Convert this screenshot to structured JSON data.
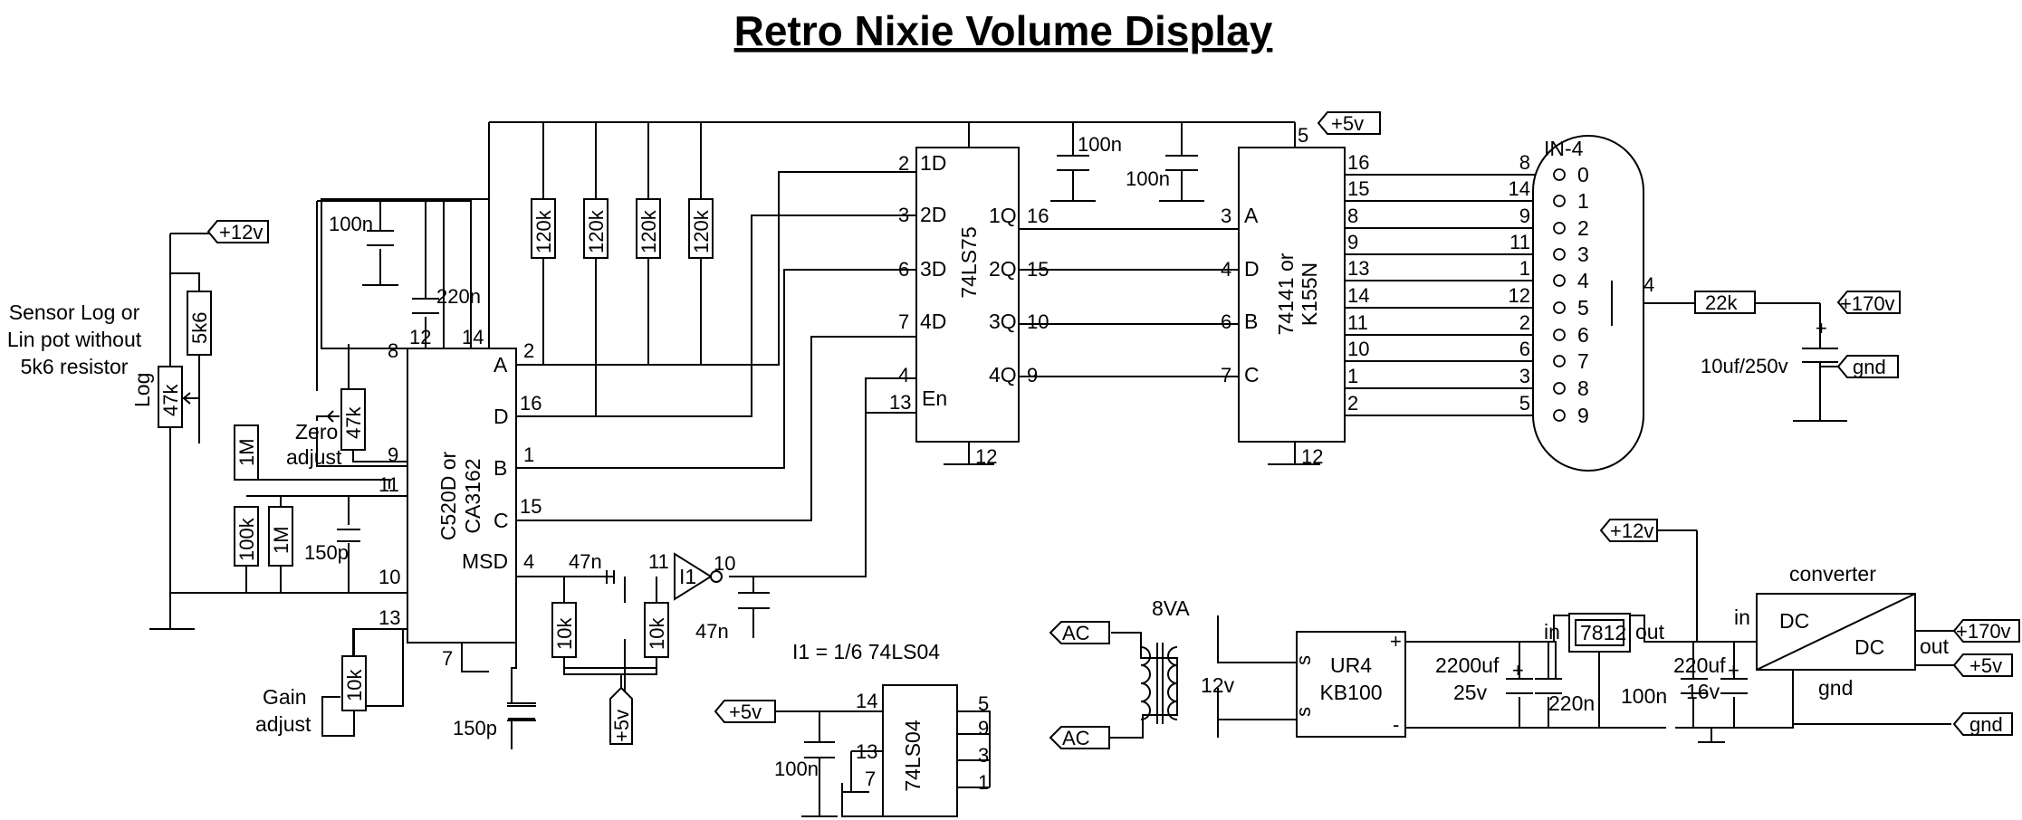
{
  "title": "Retro Nixie Volume Display",
  "labels": {
    "sensor": [
      "Sensor Log or",
      "Lin pot without",
      "5k6 resistor"
    ],
    "log": "Log",
    "zero_adjust": [
      "Zero",
      "adjust"
    ],
    "gain_adjust": [
      "Gain",
      "adjust"
    ],
    "inverter_note": "I1 = 1/6 74LS04",
    "transformer_power": "8VA",
    "transformer_secondary": "12v",
    "converter": "converter",
    "nixie": "IN-4"
  },
  "supplies": {
    "plus12": "+12v",
    "plus5": "+5v",
    "plus170": "+170v",
    "gnd": "gnd",
    "ac": "AC"
  },
  "components": {
    "u1": [
      "C520D or",
      "CA3162"
    ],
    "u2": "74LS75",
    "u3": [
      "74141 or",
      "K155N"
    ],
    "u4": "74LS04",
    "inverter": "I1",
    "regulator": "7812",
    "bridge": [
      "UR4",
      "KB100"
    ],
    "dcdc_left": "DC",
    "dcdc_right": "DC",
    "r_5k6": "5k6",
    "r_47k_log": "47k",
    "r_47k_zero": "47k",
    "r_1M_a": "1M",
    "r_100k": "100k",
    "r_1M_b": "1M",
    "r_10k_gain": "10k",
    "r_120k": "120k",
    "r_10k_a": "10k",
    "r_10k_b": "10k",
    "r_22k": "22k",
    "c_100n_u1": "100n",
    "c_220n_u1": "220n",
    "c_150p_a": "150p",
    "c_47n_a": "47n",
    "c_47n_b": "47n",
    "c_150p_b": "150p",
    "c_100n_a": "100n",
    "c_100n_b": "100n",
    "c_100n_u4": "100n",
    "c_10uf": "10uf/250v",
    "c_2200": [
      "2200uf",
      "25v"
    ],
    "c_220n_reg": "220n",
    "c_100n_reg": "100n",
    "c_220uf": [
      "220uf",
      "16v"
    ]
  },
  "u1_pins": {
    "left": [
      "12",
      "14",
      "8",
      "9",
      "11",
      "10",
      "13",
      "7"
    ],
    "right": [
      "2",
      "16",
      "1",
      "15",
      "4"
    ],
    "names": [
      "A",
      "D",
      "B",
      "C",
      "MSD"
    ]
  },
  "u2_pins": {
    "inputs": [
      {
        "num": "2",
        "name": "1D"
      },
      {
        "num": "3",
        "name": "2D"
      },
      {
        "num": "6",
        "name": "3D"
      },
      {
        "num": "7",
        "name": "4D"
      },
      {
        "num": "4",
        "name": ""
      },
      {
        "num": "13",
        "name": "En"
      }
    ],
    "outputs": [
      {
        "name": "1Q",
        "num": "16"
      },
      {
        "name": "2Q",
        "num": "15"
      },
      {
        "name": "3Q",
        "num": "10"
      },
      {
        "name": "4Q",
        "num": "9"
      }
    ],
    "bottom": "12"
  },
  "u3_pins": {
    "inputs": [
      {
        "num": "3",
        "name": "A"
      },
      {
        "num": "4",
        "name": "D"
      },
      {
        "num": "6",
        "name": "B"
      },
      {
        "num": "7",
        "name": "C"
      }
    ],
    "top": "5",
    "bottom": "12",
    "outputs": [
      "16",
      "15",
      "8",
      "9",
      "13",
      "14",
      "11",
      "10",
      "1",
      "2"
    ]
  },
  "nixie_pins": {
    "numbers": [
      "8",
      "14",
      "9",
      "11",
      "1",
      "12",
      "2",
      "6",
      "3",
      "5"
    ],
    "digits": [
      "0",
      "1",
      "2",
      "3",
      "4",
      "5",
      "6",
      "7",
      "8",
      "9"
    ],
    "anode": "4"
  },
  "inverter_pins": {
    "in": "11",
    "out": "10"
  },
  "u4_pins": {
    "left": [
      "14",
      "13",
      "7"
    ],
    "right": [
      "5",
      "9",
      "3",
      "1"
    ]
  },
  "power": {
    "bridge_plus": "+",
    "bridge_minus": "-",
    "bridge_s1": "s",
    "bridge_s2": "s",
    "reg_in": "in",
    "reg_out": "out",
    "cap_plus": "+",
    "conv_in": "in",
    "conv_out": "out",
    "conv_gnd": "gnd"
  }
}
